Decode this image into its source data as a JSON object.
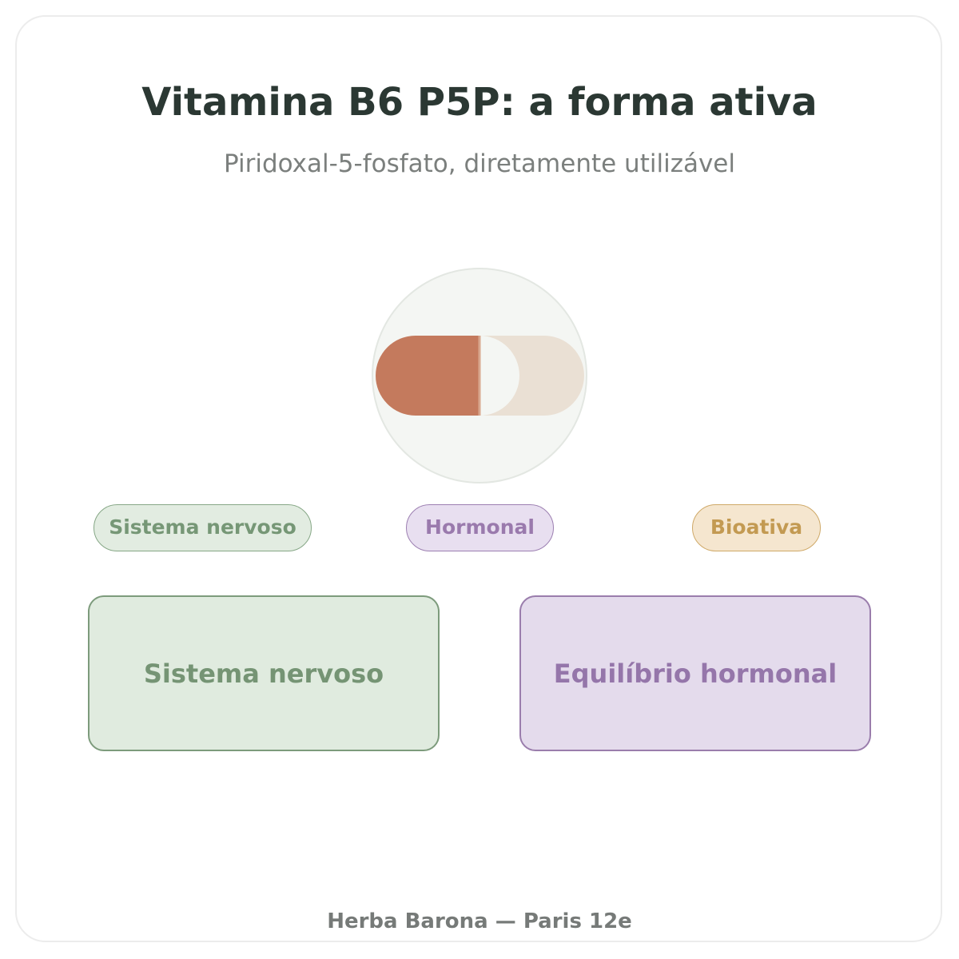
{
  "title": "Vitamina B6 P5P: a forma ativa",
  "subtitle": "Piridoxal-5-fosfato, diretamente utilizável",
  "emblem": {
    "icon": "capsule-icon",
    "colors": {
      "circle_fill": "#f4f6f3",
      "circle_stroke": "#e3e7e2",
      "capsule_left": "#c47a5d",
      "capsule_right": "#eae0d4",
      "seam": "#d8a78e"
    }
  },
  "tags": [
    {
      "label": "Sistema nervoso",
      "color": "#769776"
    },
    {
      "label": "Hormonal",
      "color": "#9a7aad"
    },
    {
      "label": "Bioativa",
      "color": "#c39a52"
    }
  ],
  "benefits": [
    {
      "label": "Sistema nervoso",
      "color": "#759474"
    },
    {
      "label": "Equilíbrio hormonal",
      "color": "#9576aa"
    }
  ],
  "footer": "Herba Barona — Paris 12e"
}
